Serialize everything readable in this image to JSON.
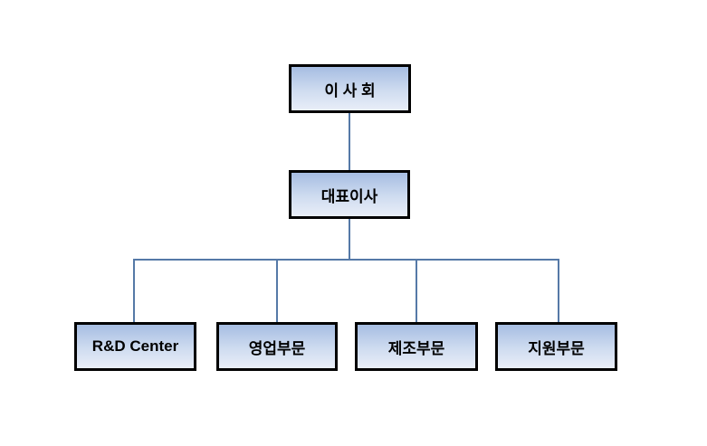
{
  "chart_title": "",
  "org_chart": {
    "type": "org-chart",
    "levels": 3,
    "board": {
      "label": "이 사 회"
    },
    "ceo": {
      "label": "대표이사"
    },
    "divisions": [
      {
        "label": "R&D Center"
      },
      {
        "label": "영업부문"
      },
      {
        "label": "제조부문"
      },
      {
        "label": "지원부문"
      }
    ],
    "edges": [
      [
        "이 사 회",
        "대표이사"
      ],
      [
        "대표이사",
        "R&D Center"
      ],
      [
        "대표이사",
        "영업부문"
      ],
      [
        "대표이사",
        "제조부문"
      ],
      [
        "대표이사",
        "지원부문"
      ]
    ]
  },
  "colors": {
    "connector": "#5579a7",
    "box_border": "#000000",
    "box_fill_top": "#a6bde2",
    "box_fill_mid": "#cfdcf0",
    "box_fill_bottom": "#e9eef8",
    "text": "#000000",
    "background": "#ffffff"
  }
}
